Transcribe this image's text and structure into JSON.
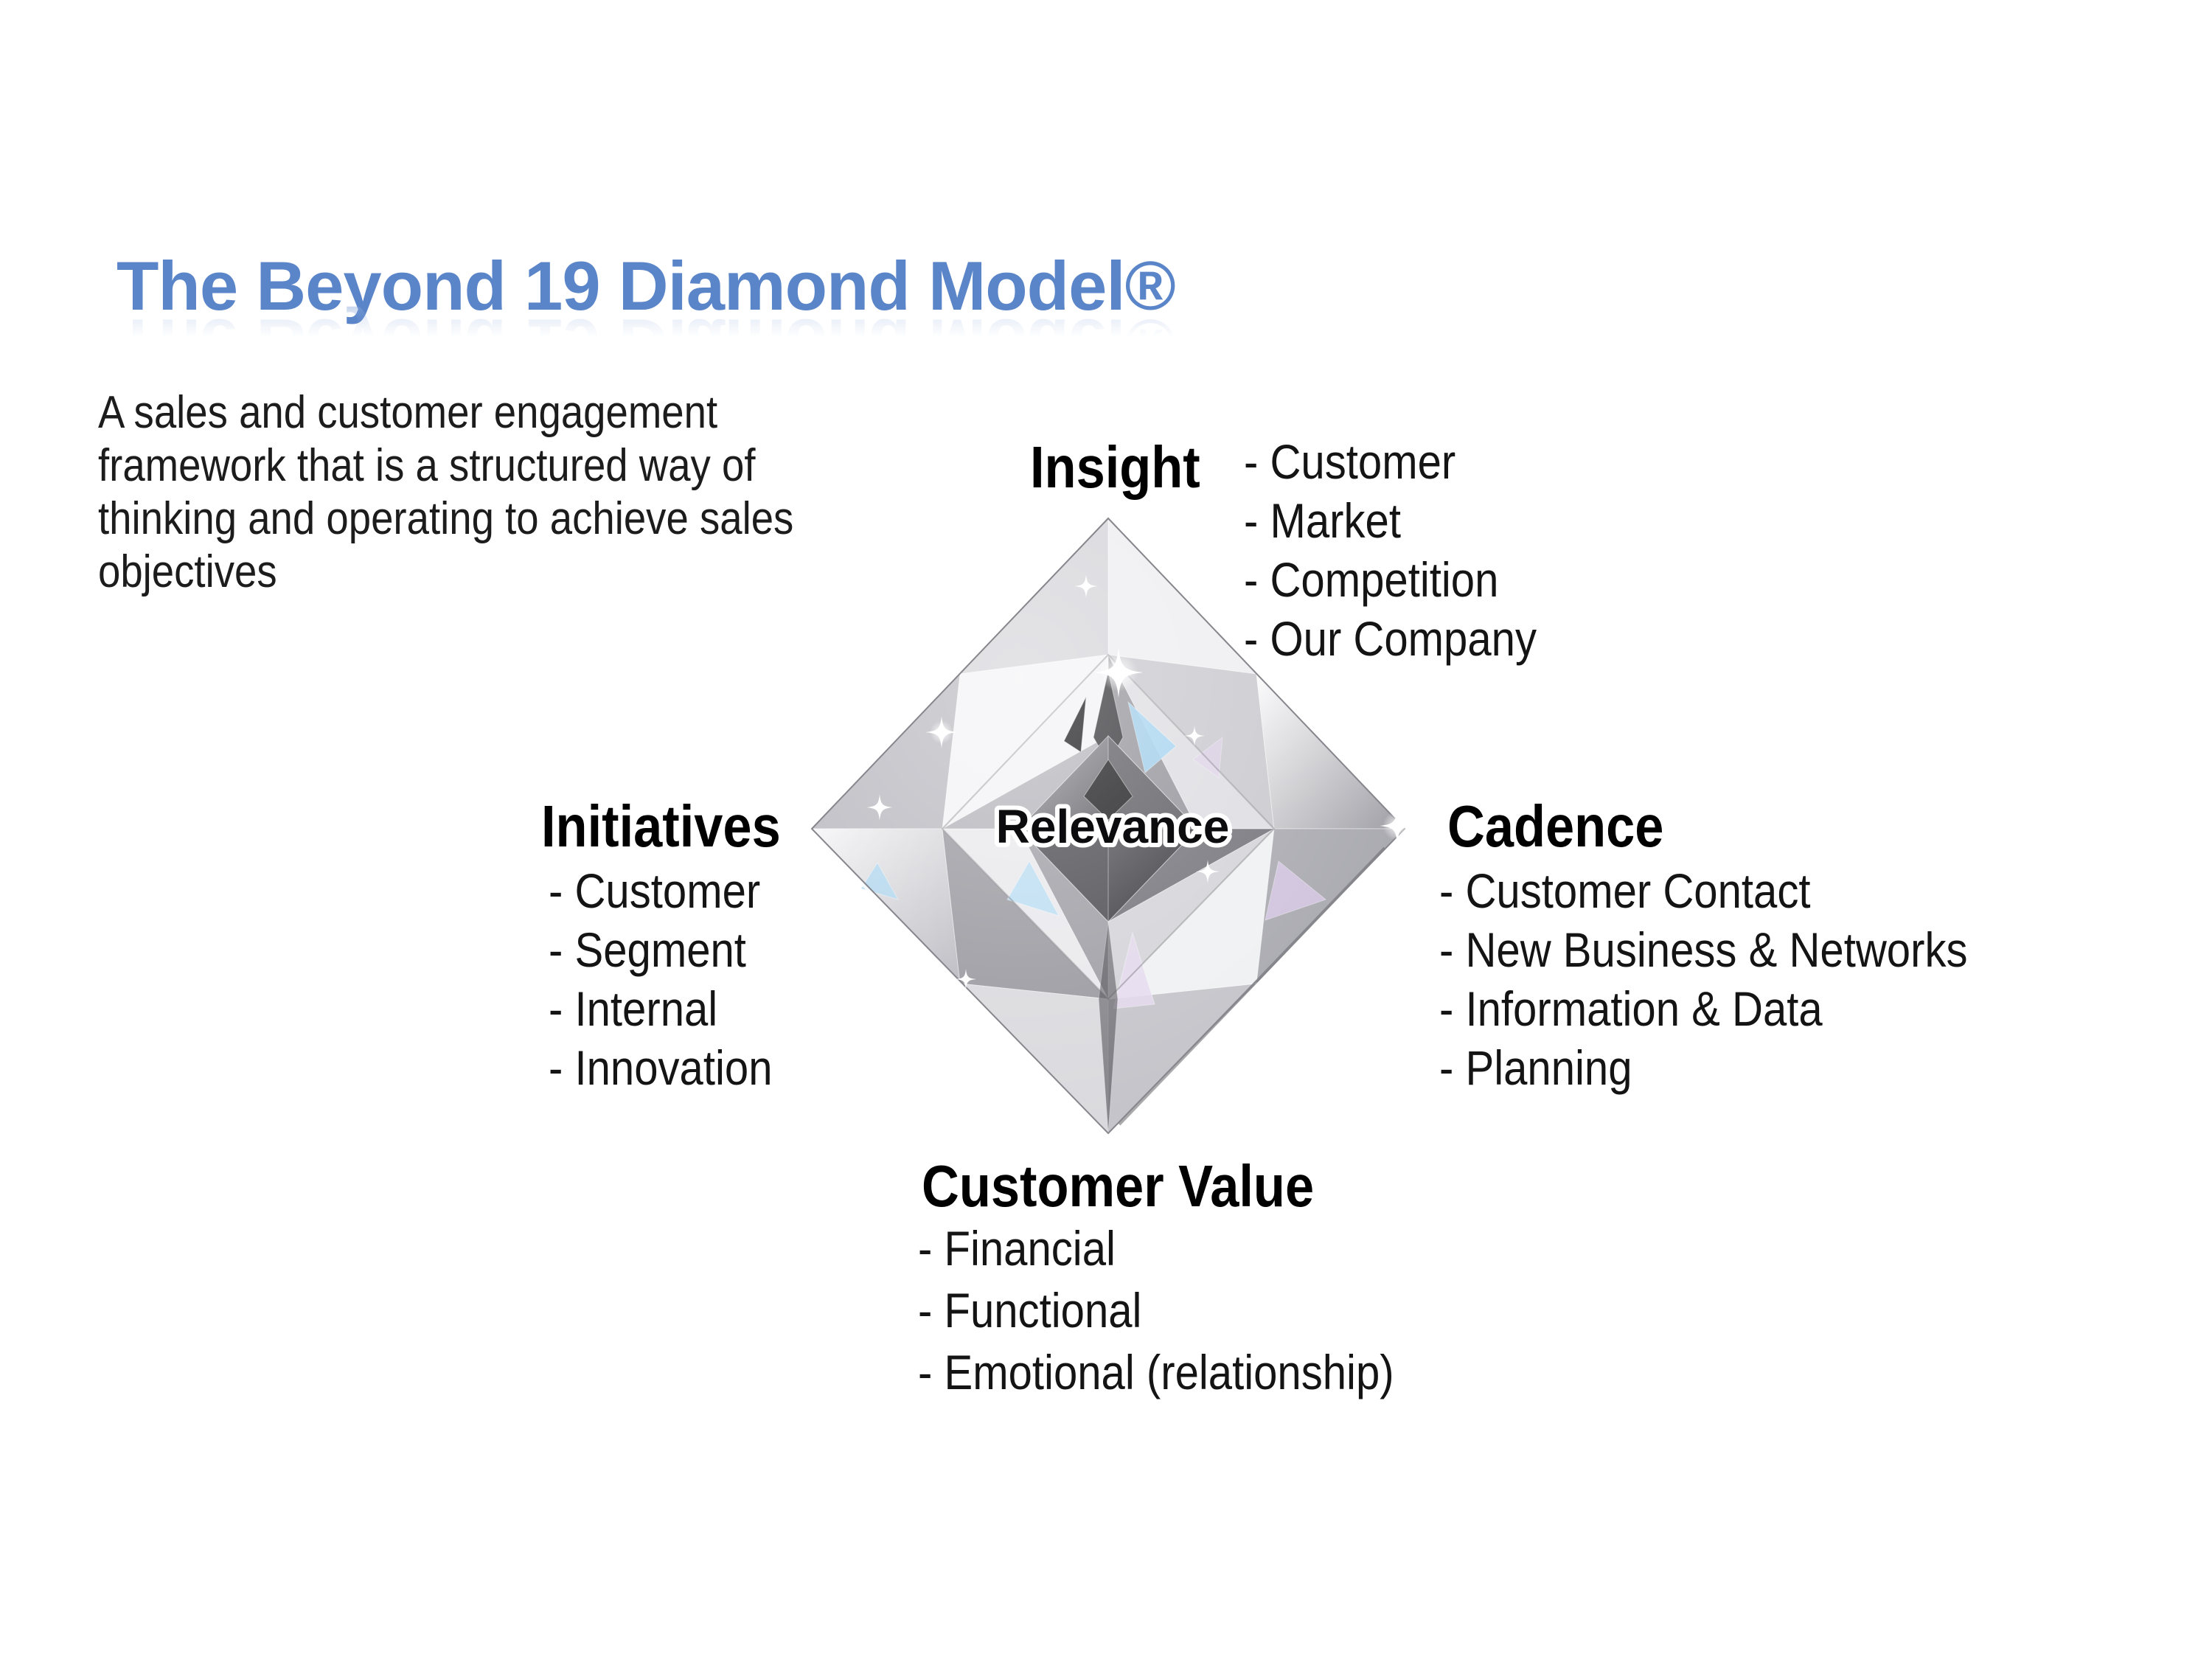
{
  "slide": {
    "background": "#ffffff"
  },
  "title": {
    "text": "The Beyond 19 Diamond Model®",
    "color": "#5b85c9"
  },
  "intro": {
    "lines": [
      "A sales and customer engagement",
      "framework that is a structured way of",
      "thinking and operating to achieve sales",
      "objectives"
    ]
  },
  "diamond": {
    "label": "Relevance"
  },
  "quadrants": {
    "insight": {
      "title": "Insight",
      "items": [
        "- Customer",
        "- Market",
        "- Competition",
        "- Our Company"
      ]
    },
    "initiatives": {
      "title": "Initiatives",
      "items": [
        "- Customer",
        "- Segment",
        "- Internal",
        "- Innovation"
      ]
    },
    "cadence": {
      "title": "Cadence",
      "items": [
        "- Customer Contact",
        "- New Business & Networks",
        "- Information & Data",
        "- Planning"
      ]
    },
    "customer_value": {
      "title": "Customer Value",
      "items": [
        "- Financial",
        "- Functional",
        "- Emotional (relationship)"
      ]
    }
  }
}
